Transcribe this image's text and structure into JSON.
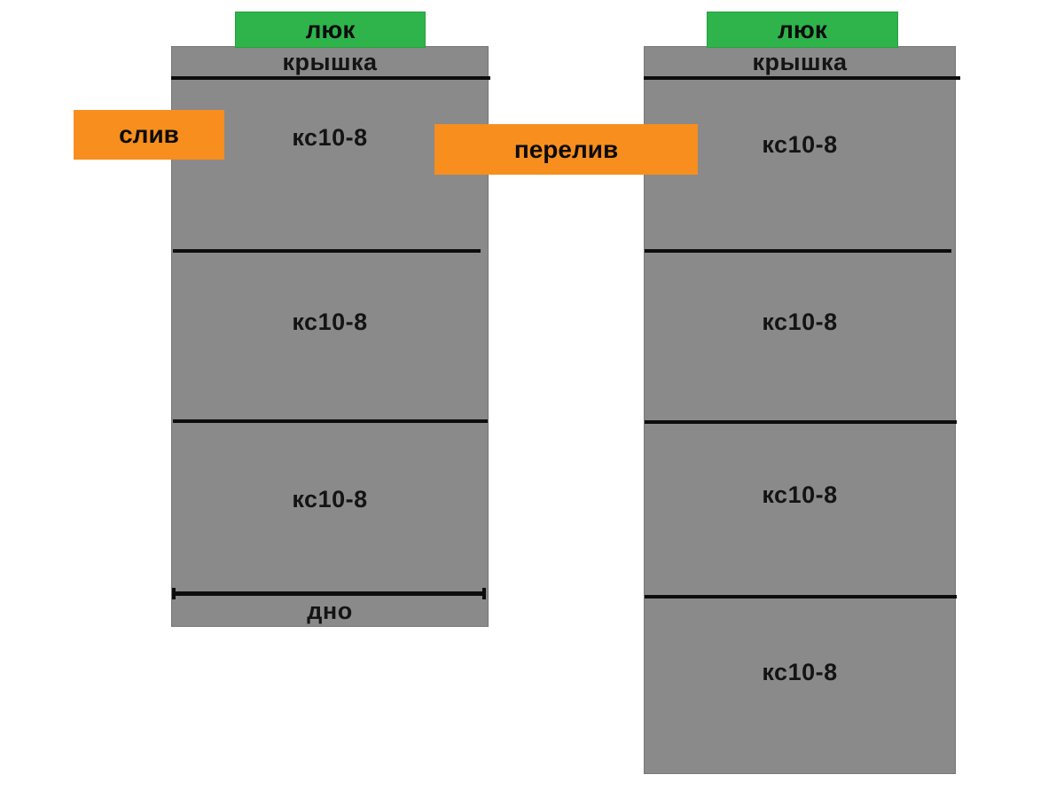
{
  "diagram": {
    "type": "septic-well-construction",
    "background": "#ffffff"
  },
  "colors": {
    "concrete_gray": "#8a8a8a",
    "hatch_green": "#2eb44a",
    "pipe_orange": "#f78e1e",
    "joint_line_black": "#0d0d0d",
    "text_dark": "#141414"
  },
  "left_well": {
    "hatch": "люк",
    "lid": "крышка",
    "rings": [
      "кс10-8",
      "кс10-8",
      "кс10-8"
    ],
    "bottom": "дно"
  },
  "right_well": {
    "hatch": "люк",
    "lid": "крышка",
    "rings": [
      "кс10-8",
      "кс10-8",
      "кс10-8",
      "кс10-8"
    ]
  },
  "pipes": {
    "drain": "слив",
    "overflow": "перелив"
  }
}
